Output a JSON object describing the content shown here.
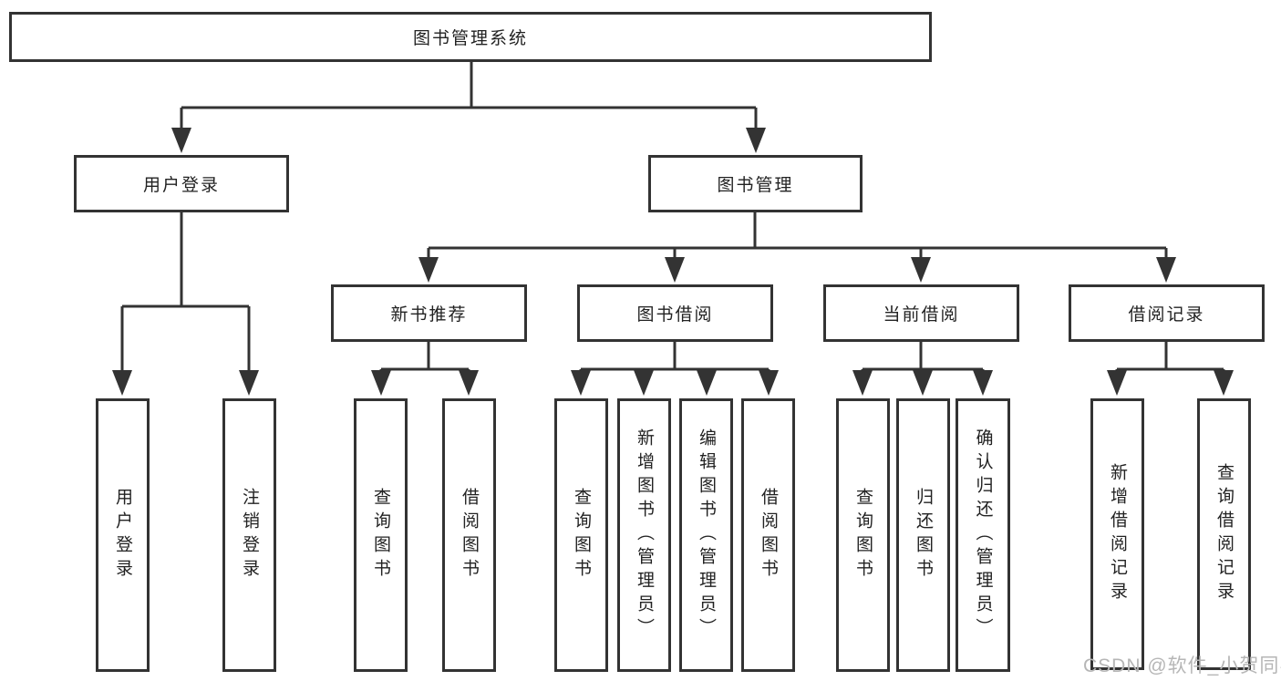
{
  "diagram_type": "hierarchy-tree",
  "colors": {
    "background": "#ffffff",
    "line": "#333333",
    "box_border": "#333333",
    "text": "#222222",
    "watermark": "#b6b6b6"
  },
  "tree": {
    "label": "图书管理系统",
    "children": [
      {
        "label": "用户登录",
        "children": [
          {
            "label": "用户登录"
          },
          {
            "label": "注销登录"
          }
        ]
      },
      {
        "label": "图书管理",
        "children": [
          {
            "label": "新书推荐",
            "children": [
              {
                "label": "查询图书"
              },
              {
                "label": "借阅图书"
              }
            ]
          },
          {
            "label": "图书借阅",
            "children": [
              {
                "label": "查询图书"
              },
              {
                "label": "新增图书（管理员）"
              },
              {
                "label": "编辑图书（管理员）"
              },
              {
                "label": "借阅图书"
              }
            ]
          },
          {
            "label": "当前借阅",
            "children": [
              {
                "label": "查询图书"
              },
              {
                "label": "归还图书"
              },
              {
                "label": "确认归还（管理员）"
              }
            ]
          },
          {
            "label": "借阅记录",
            "children": [
              {
                "label": "新增借阅记录"
              },
              {
                "label": "查询借阅记录"
              }
            ]
          }
        ]
      }
    ]
  },
  "watermark": {
    "text": "CSDN @软件_小贺同学"
  }
}
